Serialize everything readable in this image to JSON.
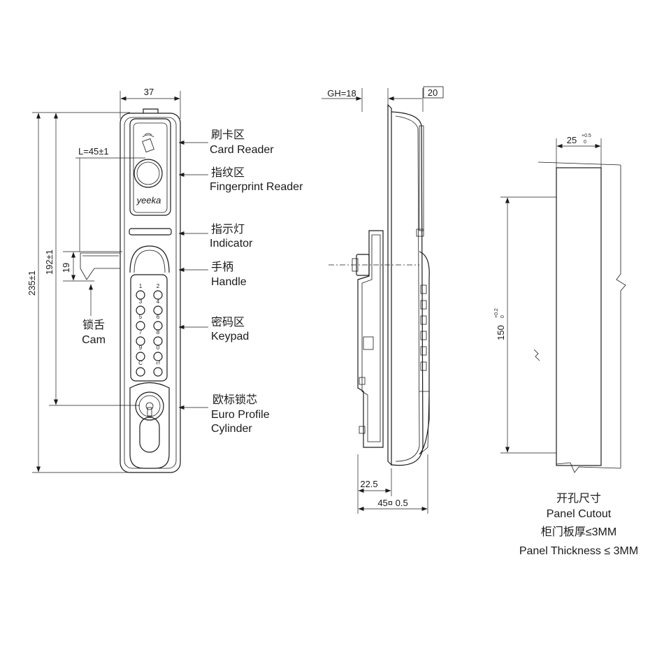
{
  "front_view": {
    "width": "37",
    "height_total": "235±1",
    "cam_distance": "192±1",
    "cam_width": "19",
    "fingerprint_offset": "L=45±1",
    "brand": "yeeka",
    "keypad_keys": [
      "1",
      "2",
      "3",
      "4",
      "5",
      "6",
      "7",
      "8",
      "9",
      "0",
      "C",
      "⏎"
    ],
    "callouts": [
      {
        "zh": "刷卡区",
        "en": "Card Reader"
      },
      {
        "zh": "指纹区",
        "en": "Fingerprint Reader"
      },
      {
        "zh": "指示灯",
        "en": "Indicator"
      },
      {
        "zh": "手柄",
        "en": "Handle"
      },
      {
        "zh": "密码区",
        "en": "Keypad"
      },
      {
        "zh": "欧标锁芯",
        "en": "Euro Profile",
        "en2": "Cylinder"
      }
    ],
    "cam_label": {
      "zh": "锁舌",
      "en": "Cam"
    }
  },
  "side_view": {
    "gh": "GH=18",
    "depth": "20",
    "offset": "22.5",
    "range": "45¤ 0.5"
  },
  "panel_cutout": {
    "width_main": "25",
    "width_tol_upper": "+0.5",
    "width_tol_lower": "0",
    "height_main": "150",
    "height_tol_upper": "+0.2",
    "height_tol_lower": "0",
    "title_zh": "开孔尺寸",
    "title_en": "Panel Cutout",
    "thickness_zh": "柜门板厚≤3MM",
    "thickness_en": "Panel Thickness ≤ 3MM"
  }
}
